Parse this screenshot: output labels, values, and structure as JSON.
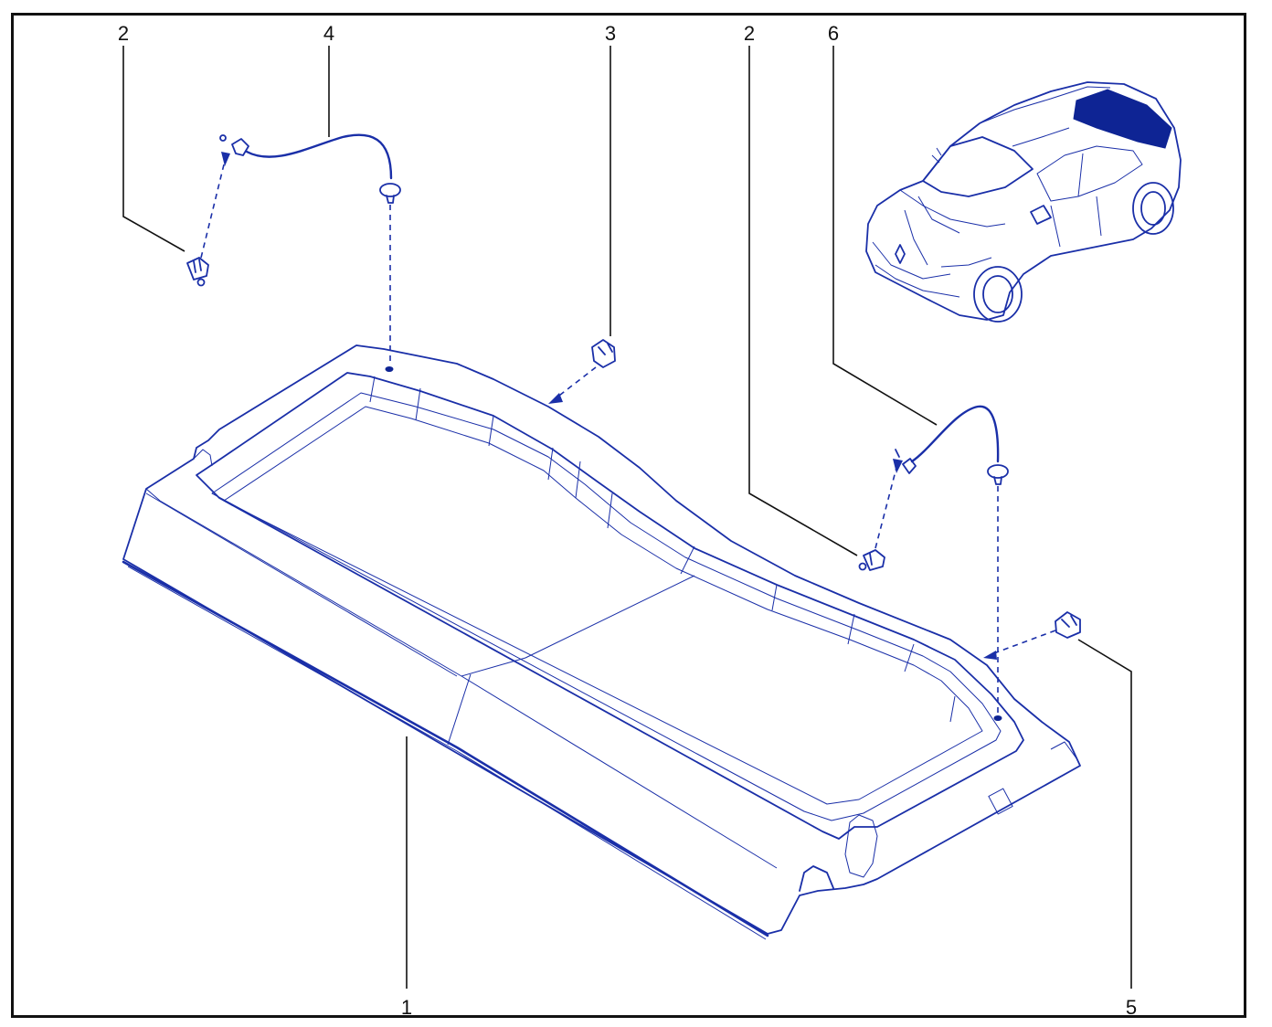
{
  "callouts": {
    "c1": "1",
    "c2a": "2",
    "c2b": "2",
    "c3": "3",
    "c4": "4",
    "c5": "5",
    "c6": "6"
  },
  "colors": {
    "line": "#1a2fa8",
    "highlight": "#0e2494",
    "frame": "#111111"
  }
}
